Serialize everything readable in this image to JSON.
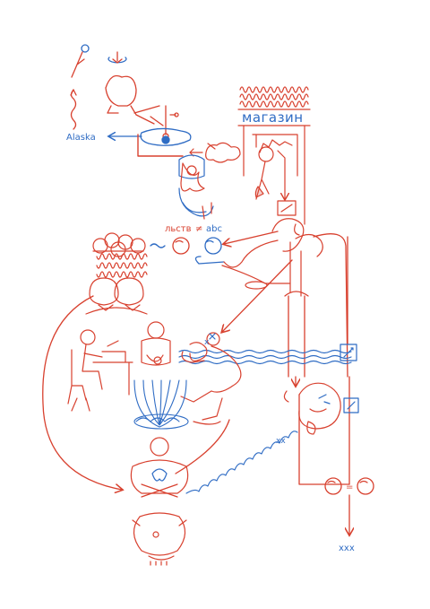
{
  "colors": {
    "red": "#d8412f",
    "blue": "#2f6cc4"
  },
  "labels": {
    "alaska": "Alaska",
    "shop": "магазин",
    "formula_left": "льств",
    "formula_neq": "≠",
    "formula_right": "abc",
    "equation_equals": "=",
    "output_x": "ххх",
    "output_marks": "хх",
    "x_mark": "х"
  }
}
